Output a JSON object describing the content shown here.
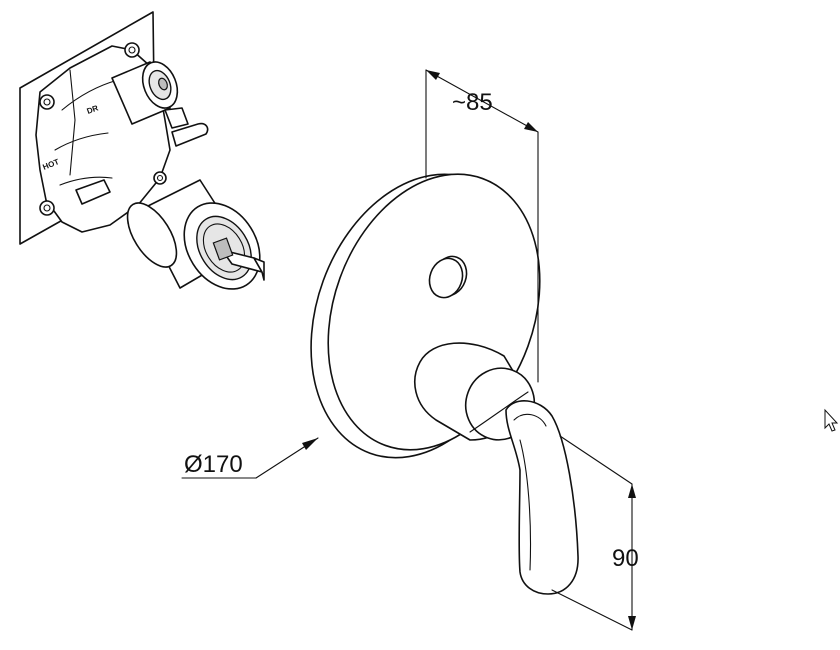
{
  "dimensions": {
    "depth": "~85",
    "diameter": "Ø170",
    "lever_height": "90"
  },
  "rough_in_body": {
    "label_top": "DR",
    "label_side": "HOT"
  },
  "colors": {
    "line": "#111111",
    "background": "#ffffff",
    "shade": "#e6e6e6"
  },
  "cursor": {
    "icon": "mouse-pointer-icon"
  }
}
